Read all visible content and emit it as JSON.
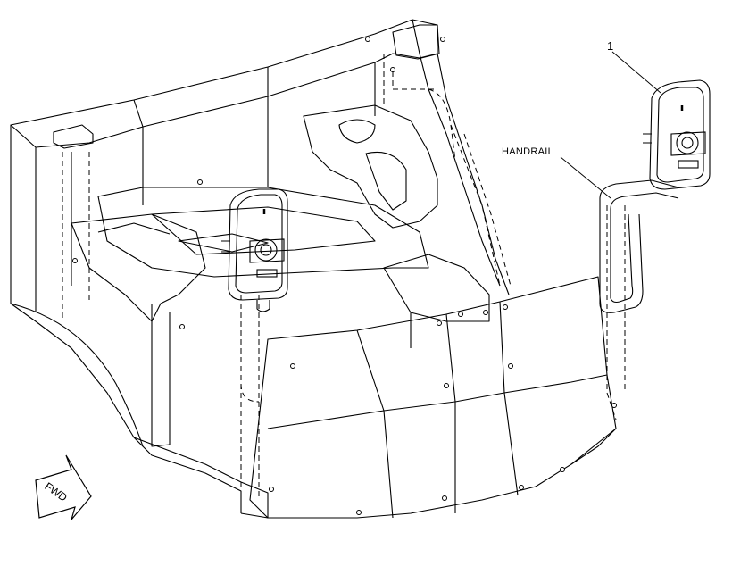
{
  "callouts": {
    "item_1": "1",
    "handrail": "HANDRAIL"
  },
  "direction_arrow": {
    "label": "FWD"
  },
  "colors": {
    "stroke": "#000000",
    "background": "#ffffff"
  }
}
